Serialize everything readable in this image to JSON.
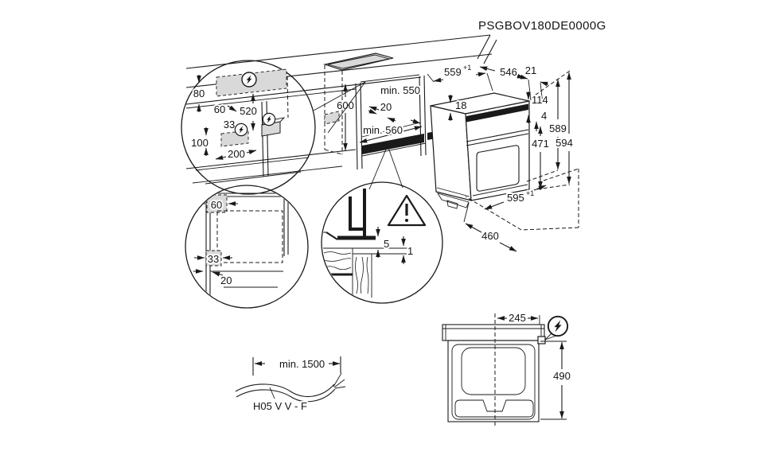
{
  "product_code": "PSGBOV180DE0000G",
  "oven": {
    "niche_width": "559",
    "niche_width_tol": "+1",
    "front_width": "546",
    "door_overhang": "21",
    "top_thickness": "18",
    "control_panel_height": "114",
    "panel_door_gap": "4",
    "door_height": "471",
    "height_recessed": "589",
    "height_total": "594",
    "depth": "595",
    "depth_tol": "+1",
    "plinth_depth": "460"
  },
  "niche": {
    "width": "min. 550",
    "height": "600",
    "shelf_setback": "20",
    "depth": "min. 560"
  },
  "electrical_detail": {
    "zone_height": "80",
    "front_offset": "60",
    "drop_height": "520",
    "side_offset": "33",
    "side_zone_height": "100",
    "side_zone_width": "200"
  },
  "side_view_detail": {
    "top_zone": "60",
    "bottom_zone": "33",
    "clearance": "20"
  },
  "door_gap_detail": {
    "frame_gap": "5",
    "door_gap": "1"
  },
  "power_cable": {
    "min_length": "min. 1500",
    "cable_type": "H05 V V - F"
  },
  "top_view": {
    "cable_entry_offset": "245",
    "depth": "490"
  },
  "icons": {
    "power_connection": "lightning-bolt-in-circle",
    "caution": "exclamation-warning-triangle"
  },
  "colors": {
    "line": "#1a1a1a",
    "zone_fill": "#d9d9d9",
    "dark_strip": "#1a1a1a",
    "background": "#ffffff"
  }
}
